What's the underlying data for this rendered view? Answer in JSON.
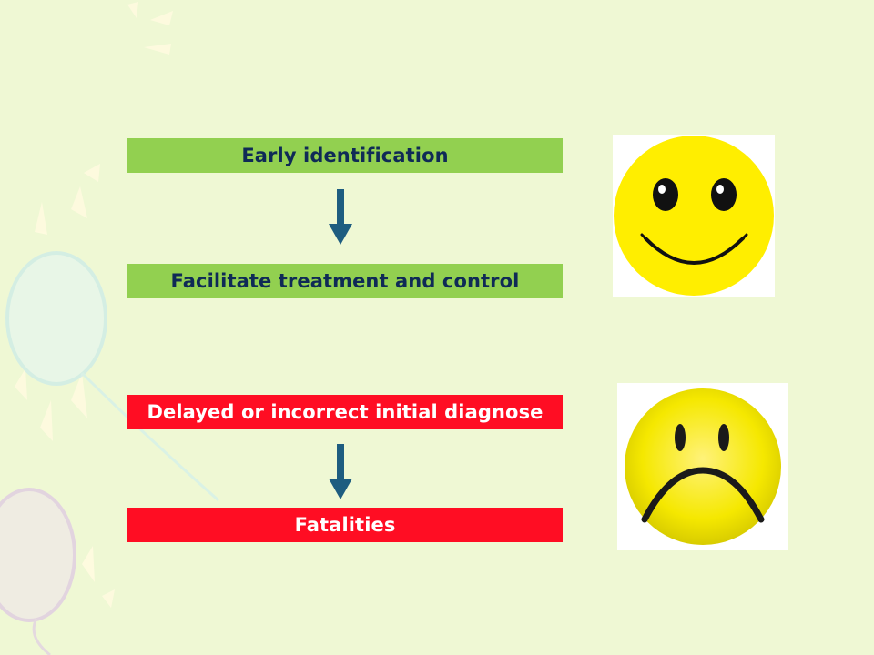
{
  "flow": {
    "positive": {
      "step1": "Early identification",
      "step2": "Facilitate treatment and control"
    },
    "negative": {
      "step1": "Delayed or incorrect initial diagnose",
      "step2": "Fatalities"
    }
  },
  "icons": {
    "positive_face": "smiley-face-icon",
    "negative_face": "sad-face-icon",
    "arrow": "arrow-down-icon"
  },
  "colors": {
    "background": "#eff8d4",
    "positive_box": "#92d050",
    "positive_text": "#0f2a56",
    "negative_box": "#ff0d23",
    "negative_text": "#ffffff",
    "arrow": "#1e5d80",
    "face_yellow": "#ffee00"
  }
}
